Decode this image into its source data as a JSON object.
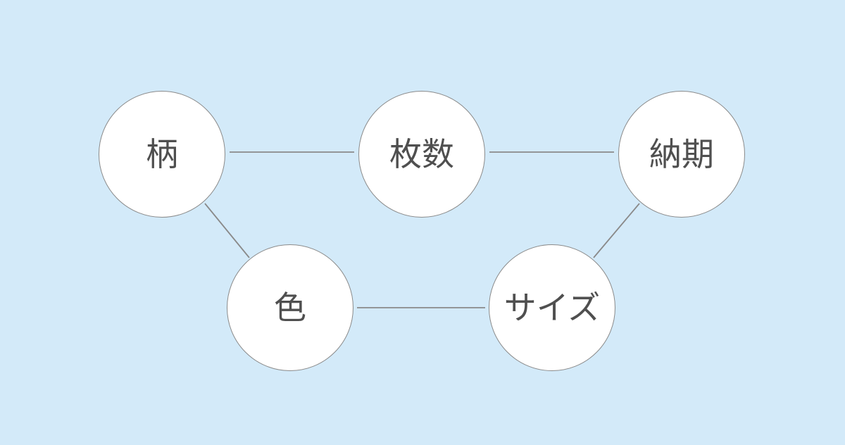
{
  "nodes": {
    "pattern": "柄",
    "quantity": "枚数",
    "delivery": "納期",
    "color": "色",
    "size": "サイズ"
  },
  "colors": {
    "background": "#d3eaf9",
    "node_fill": "#ffffff",
    "node_border": "#8a8a8a",
    "connector": "#8a8a8a",
    "label_text": "#4f4f4f"
  }
}
